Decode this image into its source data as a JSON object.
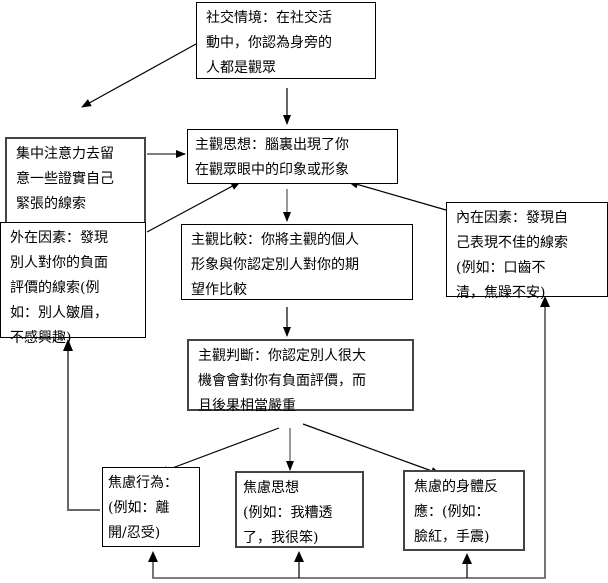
{
  "nodes": {
    "social_situation": [
      "社交情境：在社交活",
      "動中，你認為身旁的",
      "人都是觀眾"
    ],
    "focus_attention": [
      "集中注意力去留",
      "意一些證實自己",
      "緊張的線索"
    ],
    "subjective_thought": [
      "主觀思想：腦裏出現了你",
      "在觀眾眼中的印象或形象"
    ],
    "external_factor": [
      "外在因素：發現",
      "別人對你的負面",
      "評價的線索(例",
      "如：別人皺眉，",
      "不感興趣)"
    ],
    "subjective_comparison": [
      "主觀比較：你將主觀的個人",
      "形象與你認定別人對你的期",
      "望作比較"
    ],
    "internal_factor": [
      "內在因素：發現自",
      "己表現不佳的線索",
      "(例如：口齒不",
      "清，焦躁不安)"
    ],
    "subjective_judgment": [
      "主觀判斷：你認定別人很大",
      "機會會對你有負面評價，而",
      "且後果相當嚴重"
    ],
    "anxious_behavior": [
      "焦慮行為：",
      "(例如：離",
      "開/忍受)"
    ],
    "anxious_thought": [
      "焦慮思想",
      "(例如：我糟透",
      "了，我很笨)"
    ],
    "anxious_body": [
      "焦慮的身體反",
      "應：(例如：",
      "臉紅，手震)"
    ]
  }
}
